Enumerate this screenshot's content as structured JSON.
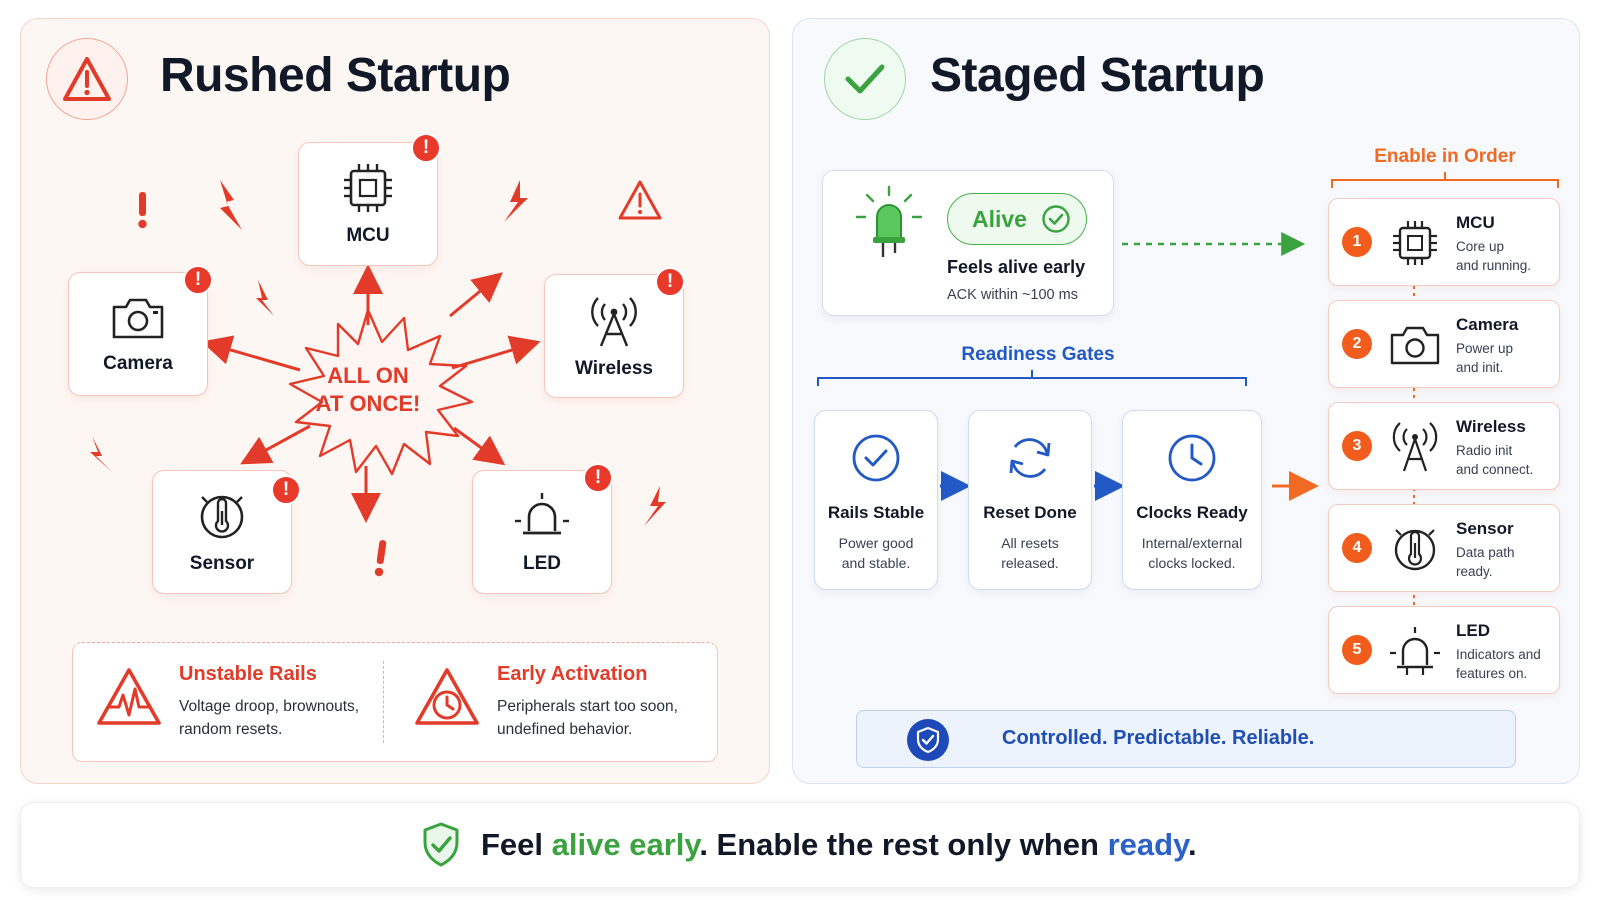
{
  "left": {
    "title": "Rushed Startup",
    "burst_line1": "ALL ON",
    "burst_line2": "AT ONCE!",
    "devices": [
      {
        "label": "MCU"
      },
      {
        "label": "Camera"
      },
      {
        "label": "Wireless"
      },
      {
        "label": "Sensor"
      },
      {
        "label": "LED"
      }
    ],
    "badge_symbol": "!",
    "issues": [
      {
        "title": "Unstable Rails",
        "line1": "Voltage droop, brownouts,",
        "line2": "random resets."
      },
      {
        "title": "Early Activation",
        "line1": "Peripherals start too soon,",
        "line2": "undefined behavior."
      }
    ]
  },
  "right": {
    "title": "Staged Startup",
    "alive": {
      "pill": "Alive",
      "title": "Feels alive early",
      "subtitle": "ACK within ~100 ms"
    },
    "gates_label": "Readiness Gates",
    "gates": [
      {
        "title": "Rails Stable",
        "line1": "Power good",
        "line2": "and stable."
      },
      {
        "title": "Reset Done",
        "line1": "All resets",
        "line2": "released."
      },
      {
        "title": "Clocks Ready",
        "line1": "Internal/external",
        "line2": "clocks locked."
      }
    ],
    "order_label": "Enable in Order",
    "steps": [
      {
        "num": "1",
        "title": "MCU",
        "line1": "Core up",
        "line2": "and running."
      },
      {
        "num": "2",
        "title": "Camera",
        "line1": "Power up",
        "line2": "and init."
      },
      {
        "num": "3",
        "title": "Wireless",
        "line1": "Radio init",
        "line2": "and connect."
      },
      {
        "num": "4",
        "title": "Sensor",
        "line1": "Data path",
        "line2": "ready."
      },
      {
        "num": "5",
        "title": "LED",
        "line1": "Indicators and",
        "line2": "features on."
      }
    ],
    "tagline": "Controlled. Predictable. Reliable."
  },
  "footer": {
    "part1": "Feel ",
    "part2": "alive early",
    "part3": ". Enable the rest only when ",
    "part4": "ready",
    "part5": "."
  },
  "colors": {
    "danger": "#e8392b",
    "success": "#3aa340",
    "accent_blue": "#2c62c8",
    "step_orange": "#f25d1d"
  }
}
